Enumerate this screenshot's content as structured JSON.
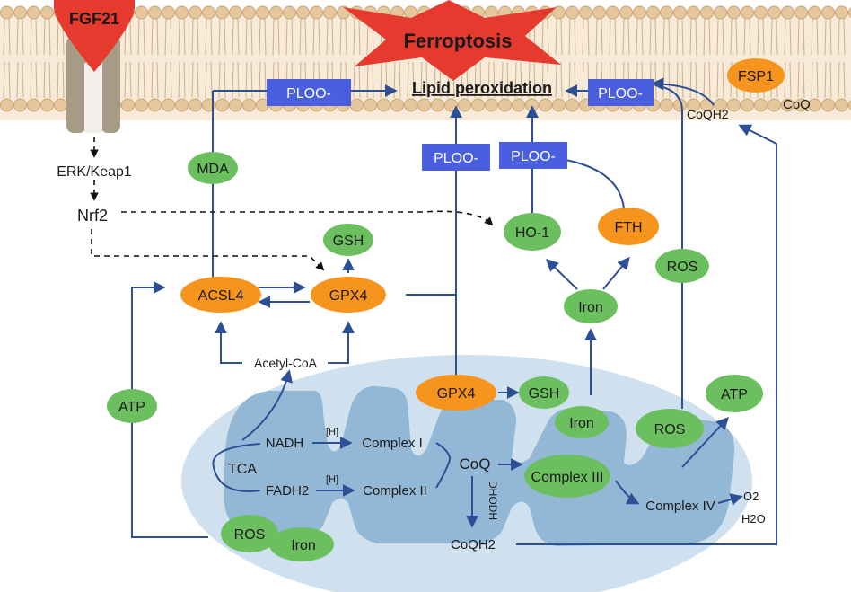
{
  "colors": {
    "green": "#6bbf5e",
    "orange": "#f7941d",
    "blue": "#4a5fe0",
    "arrow": "#2d4f95",
    "red": "#e63a2e",
    "membrane": "#f2dcc0",
    "head": "#e6c79b",
    "mito_outer": "#c6dcea",
    "mito_inner": "#8fb6d3"
  },
  "top": {
    "fgf21": "FGF21",
    "ferroptosis": "Ferroptosis",
    "lipid_peroxidation": "Lipid peroxidation",
    "fsp1": "FSP1",
    "coq_membrane": "CoQ",
    "coqh2_membrane": "CoQH2"
  },
  "cytosol": {
    "erk_keap1": "ERK/Keap1",
    "nrf2": "Nrf2",
    "mda": "MDA",
    "ploo": "PLOO-",
    "gsh": "GSH",
    "acsl4": "ACSL4",
    "gpx4": "GPX4",
    "ho1": "HO-1",
    "fth": "FTH",
    "iron": "Iron",
    "ros": "ROS",
    "atp": "ATP",
    "acetyl_coa": "Acetyl-CoA"
  },
  "mito": {
    "gpx4": "GPX4",
    "gsh": "GSH",
    "iron": "Iron",
    "ros": "ROS",
    "atp": "ATP",
    "nadh": "NADH",
    "fadh2": "FADH2",
    "tca": "TCA",
    "h1": "[H]",
    "h2": "[H]",
    "complex1": "Complex I",
    "complex2": "Complex II",
    "coq": "CoQ",
    "complex3": "Complex III",
    "complex4": "Complex IV",
    "dhodh": "DHODH",
    "coqh2": "CoQH2",
    "o2": "O2",
    "h2o": "H2O"
  }
}
